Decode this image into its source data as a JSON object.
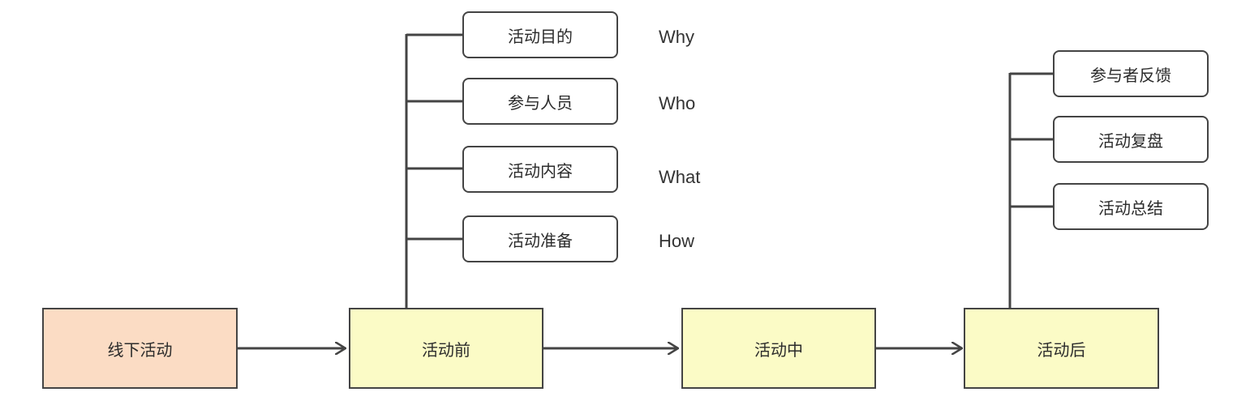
{
  "root": {
    "label": "线下活动",
    "color": "#fbdcc4"
  },
  "stages": [
    {
      "label": "活动前",
      "items": [
        {
          "label": "活动目的",
          "note": "Why"
        },
        {
          "label": "参与人员",
          "note": "Who"
        },
        {
          "label": "活动内容",
          "note": "What"
        },
        {
          "label": "活动准备",
          "note": "How"
        }
      ]
    },
    {
      "label": "活动中",
      "items": []
    },
    {
      "label": "活动后",
      "items": [
        {
          "label": "参与者反馈"
        },
        {
          "label": "活动复盘"
        },
        {
          "label": "活动总结"
        }
      ]
    }
  ],
  "colors": {
    "stage_fill": "#fbfbc6",
    "line": "#444444"
  }
}
